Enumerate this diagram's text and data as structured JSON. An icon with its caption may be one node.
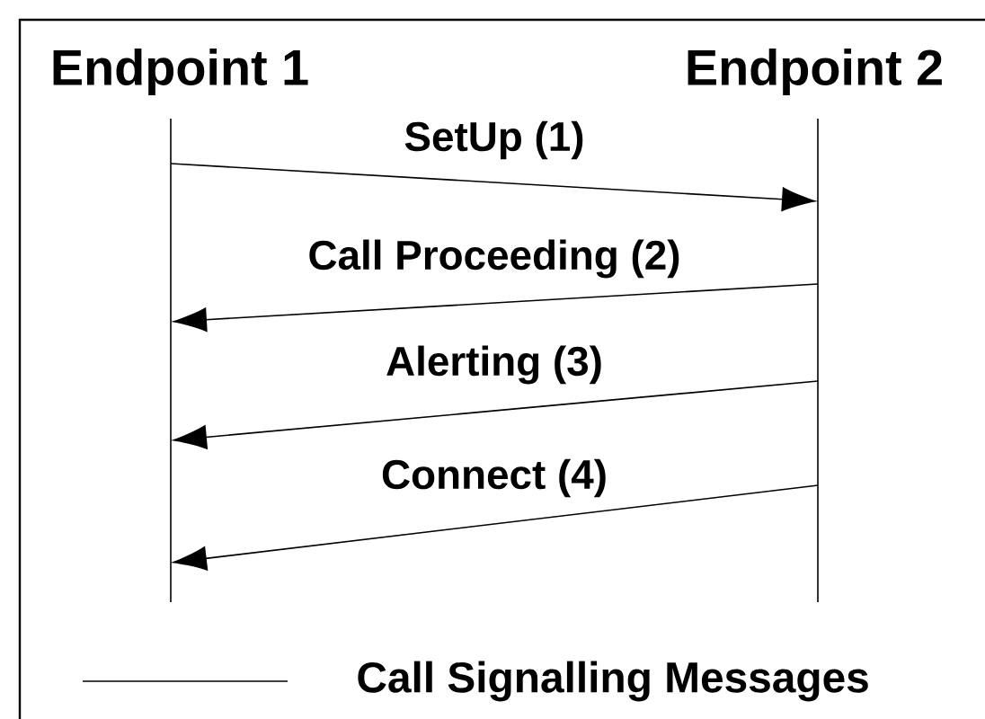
{
  "diagram": {
    "nodes": [
      {
        "text": [
          "Endpoint 1"
        ]
      },
      {
        "text": [
          "Endpoint 2"
        ]
      },
      {
        "text": [],
        "shape": "line"
      },
      {
        "text": [],
        "shape": "line"
      }
    ],
    "edges": [
      {
        "from": 2,
        "to": 3,
        "arrow": "to",
        "label": "SetUp (1)"
      },
      {
        "from": 3,
        "to": 2,
        "arrow": "to",
        "label": "Call Proceeding (2)"
      },
      {
        "from": 3,
        "to": 2,
        "arrow": "to",
        "label": "Alerting (3)"
      },
      {
        "from": 3,
        "to": 2,
        "arrow": "to",
        "label": "Connect (4)"
      }
    ],
    "legend": [
      {
        "text": "Call Signalling Messages"
      }
    ]
  }
}
